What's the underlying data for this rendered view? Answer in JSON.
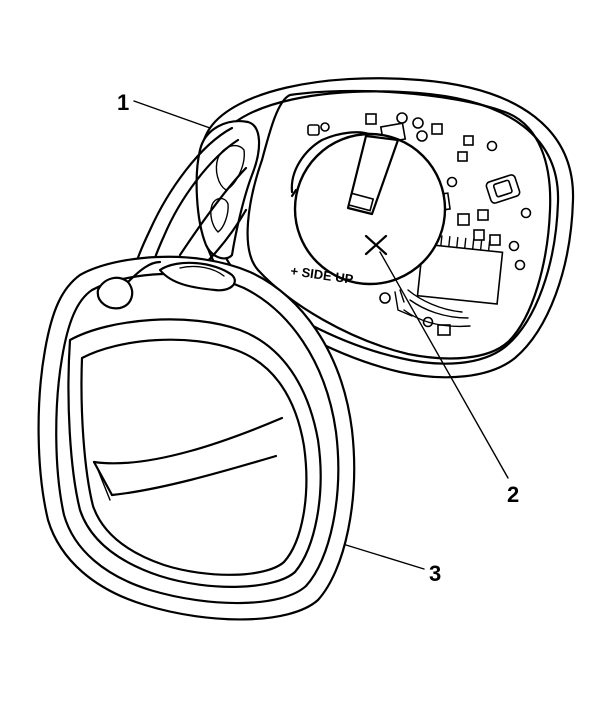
{
  "callouts": [
    {
      "id": "1",
      "label": "1"
    },
    {
      "id": "2",
      "label": "2"
    },
    {
      "id": "3",
      "label": "3"
    }
  ],
  "pcb_marking": "+ SIDE UP"
}
